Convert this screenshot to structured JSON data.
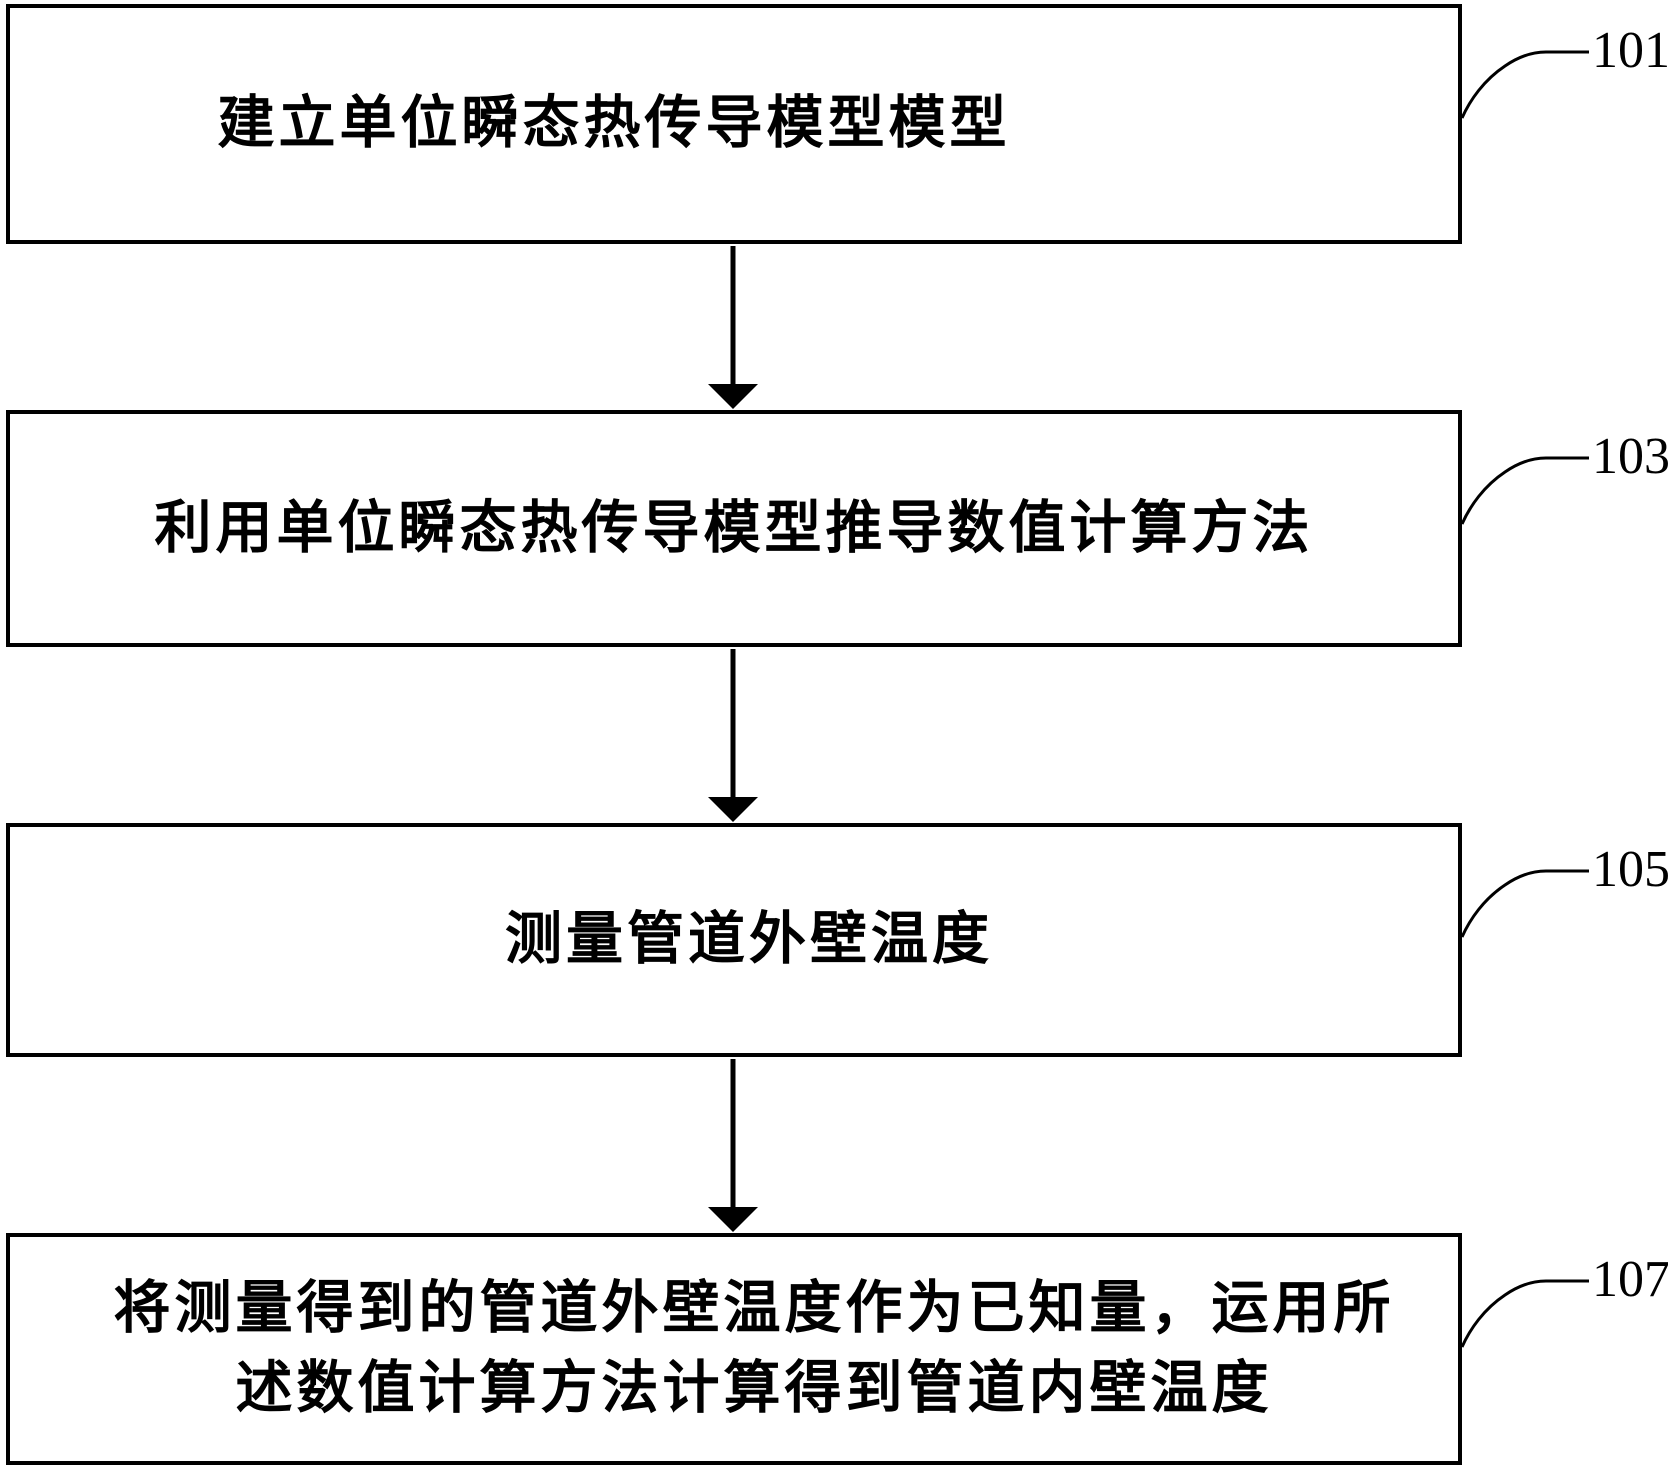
{
  "figure": {
    "type": "flowchart",
    "direction": "top-down",
    "background_color": "#ffffff",
    "line_color": "#000000",
    "text_color": "#000000"
  },
  "steps": [
    {
      "ref": "101",
      "lines": [
        "建立单位瞬态热传导模型模型"
      ]
    },
    {
      "ref": "103",
      "lines": [
        "利用单位瞬态热传导模型推导数值计算方法"
      ]
    },
    {
      "ref": "105",
      "lines": [
        "测量管道外壁温度"
      ]
    },
    {
      "ref": "107",
      "lines": [
        "将测量得到的管道外壁温度作为已知量，运用所",
        "述数值计算方法计算得到管道内壁温度"
      ]
    }
  ]
}
